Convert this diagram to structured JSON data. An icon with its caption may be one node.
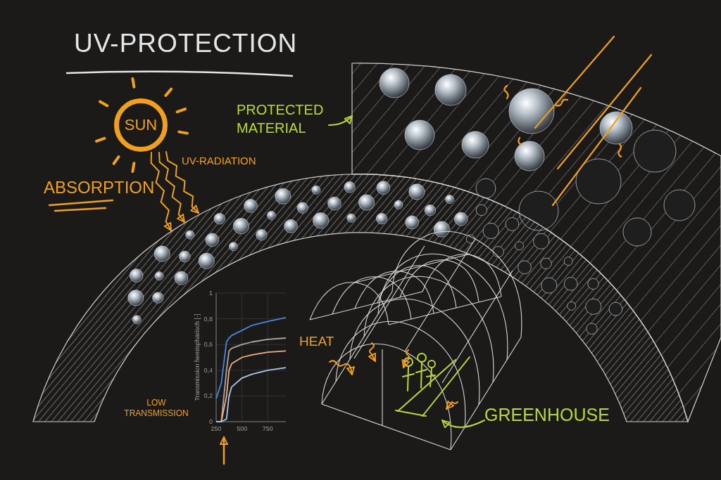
{
  "diagram": {
    "title": "UV-PROTECTION",
    "nodes": [
      {
        "text": [
          "SUN"
        ]
      },
      {
        "text": [
          "PROTECTED MATERIAL"
        ]
      },
      {
        "text": [],
        "shape": "band"
      },
      {
        "text": [],
        "shape": "band"
      },
      {
        "text": [],
        "shape": "picture"
      },
      {
        "text": [
          "GREENHOUSE"
        ]
      }
    ],
    "edges": [
      {
        "from": 0,
        "to": 3,
        "arrow": "to"
      },
      {
        "from": 0,
        "to": 3,
        "arrow": "to"
      },
      {
        "from": 0,
        "to": 3,
        "arrow": "to"
      },
      {
        "from": 1,
        "to": 2,
        "arrow": "to",
        "color": "#b8d838"
      },
      {
        "from": 5,
        "to": 4,
        "arrow": "to",
        "color": "#b8d838"
      }
    ],
    "labels": [
      "UV-RADIATION",
      "ABSORPTION",
      "HEAT",
      "LOW TRANSMISSION"
    ],
    "chart_data": {
      "type": "line",
      "ylabel": "Transmission hemisphärisch [-]",
      "x": [
        250,
        300,
        350,
        375,
        400,
        500,
        600,
        750,
        925
      ],
      "series": [
        {
          "color": "#4a86e0",
          "values": [
            0.18,
            0.3,
            0.62,
            0.65,
            0.67,
            0.71,
            0.75,
            0.78,
            0.81
          ]
        },
        {
          "color": "#b0a8a0",
          "values": [
            0,
            0,
            0.4,
            0.55,
            0.57,
            0.6,
            0.62,
            0.64,
            0.65
          ]
        },
        {
          "color": "#f0b080",
          "values": [
            0,
            0,
            0.2,
            0.4,
            0.45,
            0.5,
            0.52,
            0.54,
            0.55
          ]
        },
        {
          "color": "#a8c8f0",
          "values": [
            0,
            0,
            0.02,
            0.2,
            0.27,
            0.34,
            0.37,
            0.4,
            0.42
          ]
        }
      ],
      "xlim": [
        250,
        925
      ],
      "ylim": [
        0,
        1
      ],
      "grid": true,
      "xticks": [
        250,
        500,
        750
      ],
      "yticks": [
        0,
        {
          "value": 0.2,
          "label": "0,2"
        },
        {
          "value": 0.4,
          "label": "0,4"
        },
        {
          "value": 0.6,
          "label": "0,6"
        },
        {
          "value": 0.8,
          "label": "0,8"
        },
        1
      ]
    }
  }
}
